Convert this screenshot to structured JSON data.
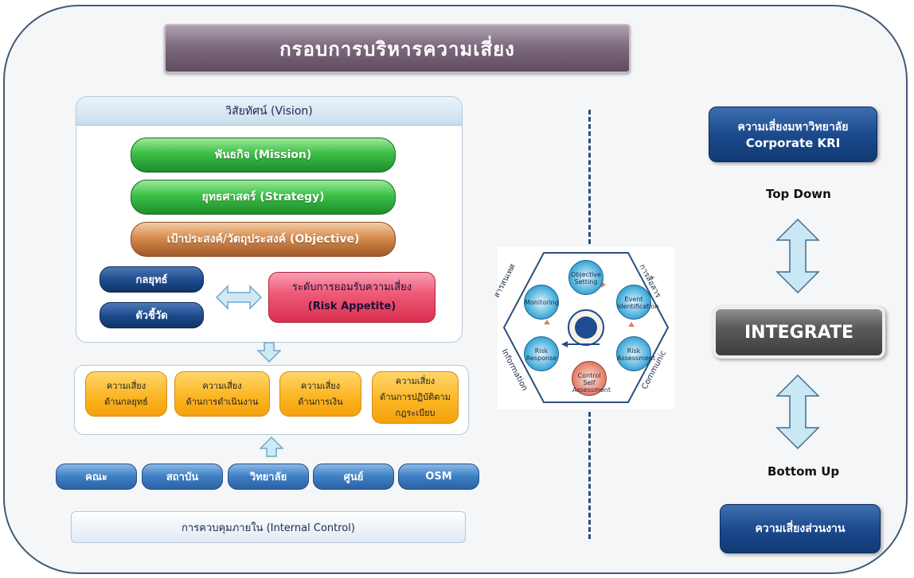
{
  "title": "กรอบการบริหารความเสี่ยง",
  "vision": "วิสัยทัศน์ (Vision)",
  "mission": "พันธกิจ (Mission)",
  "strategy": "ยุทธศาสตร์ (Strategy)",
  "objective": "เป้าประสงค์/วัตถุประสงค์ (Objective)",
  "strategy_short": "กลยุทธ์",
  "indicator": "ตัวชี้วัด",
  "appetite": {
    "line1": "ระดับการยอมรับความเสี่ยง",
    "line2": "(Risk Appetite)"
  },
  "risk_types": [
    {
      "line1": "ความเสี่ยง",
      "line2": "ด้านกลยุทธ์",
      "line3": ""
    },
    {
      "line1": "ความเสี่ยง",
      "line2": "ด้านการดำเนินงาน",
      "line3": ""
    },
    {
      "line1": "ความเสี่ยง",
      "line2": "ด้านการเงิน",
      "line3": ""
    },
    {
      "line1": "ความเสี่ยง",
      "line2": "ด้านการปฏิบัติตาม",
      "line3": "กฎระเบียบ"
    }
  ],
  "units": [
    "คณะ",
    "สถาบัน",
    "วิทยาลัย",
    "ศูนย์",
    "OSM"
  ],
  "internal_control": "การควบคุมภายใน (Internal Control)",
  "cycle": {
    "objective_setting": "Objective Setting",
    "event_identification": "Event Identification",
    "risk_assessment": "Risk Assessment",
    "control_self_assessment": "Control Self Assessment",
    "risk_response": "Risk Response",
    "monitoring": "Monitoring",
    "label_left_top": "สารสนเทศ",
    "label_right_top": "การสื่อสาร",
    "label_left_bottom": "Information",
    "label_right_bottom": "Communic"
  },
  "right": {
    "top_line1": "ความเสี่ยงมหาวิทยาลัย",
    "top_line2": "Corporate KRI",
    "top_down": "Top Down",
    "integrate": "INTEGRATE",
    "bottom_up": "Bottom Up",
    "bottom": "ความเสี่ยงส่วนงาน"
  },
  "colors": {
    "green": "#2fae3c",
    "orange": "#cc7a3f",
    "navy": "#1e4c8e",
    "red": "#ef5b78",
    "yellow": "#fbb624",
    "light_blue": "#3d7fc4",
    "integrate_gray": "#555555",
    "arrow": "#a9d6ec"
  }
}
